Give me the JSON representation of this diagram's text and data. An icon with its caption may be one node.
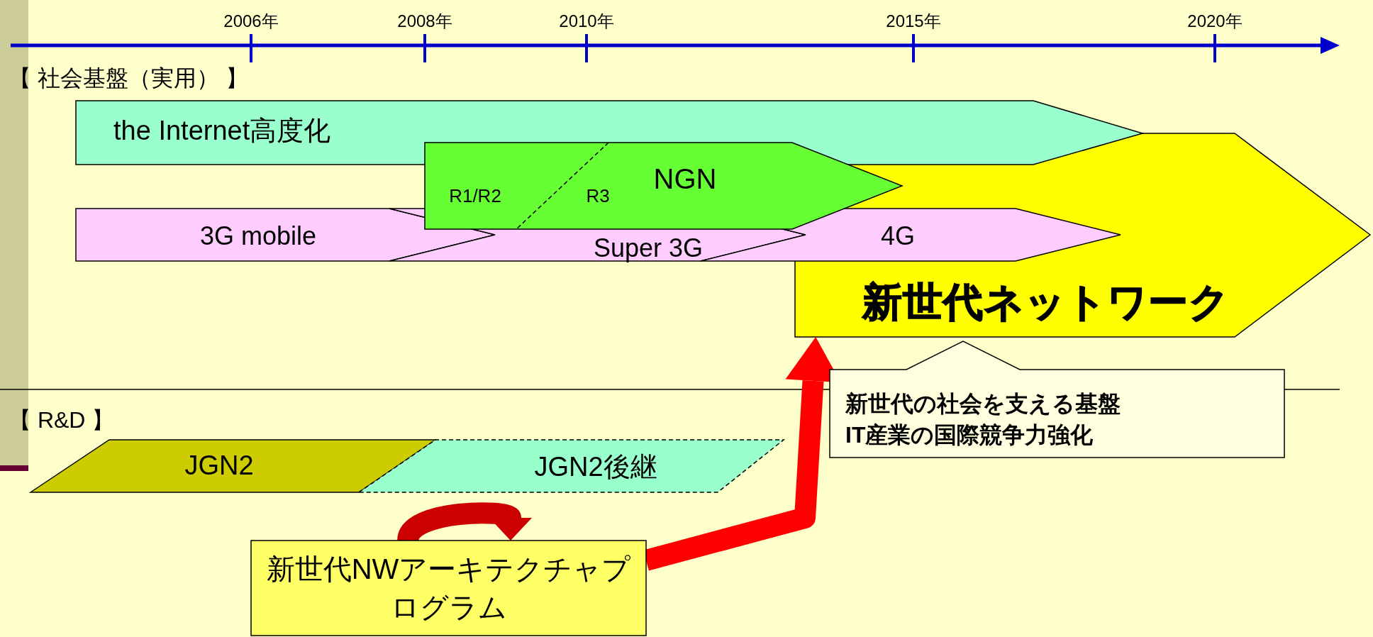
{
  "diagram": {
    "nodes": [
      {
        "text": [
          "the Internet高度化"
        ]
      },
      {
        "text": [
          "新世代ネットワーク"
        ]
      },
      {
        "text": [
          "NGN",
          "R1/R2",
          "R3"
        ]
      },
      {
        "text": [
          "3G mobile"
        ]
      },
      {
        "text": [
          "Super 3G"
        ]
      },
      {
        "text": [
          "4G"
        ]
      },
      {
        "text": [
          "新世代の社会を支える基盤",
          "IT産業の国際競争力強化"
        ]
      },
      {
        "text": [
          "JGN2"
        ]
      },
      {
        "text": [
          "JGN2後継"
        ]
      },
      {
        "text": [
          "新世代NWアーキテクチャプログラム"
        ]
      }
    ],
    "edges": [
      {
        "from": 9,
        "to": 9,
        "arrow": "to",
        "color": "#cc0000"
      },
      {
        "from": 9,
        "to": 1,
        "arrow": "to",
        "color": "#ff0000"
      }
    ],
    "labels": [
      "2006年",
      "2008年",
      "2010年",
      "2015年",
      "2020年",
      "【 社会基盤（実用） 】",
      "【 R&D 】"
    ]
  }
}
